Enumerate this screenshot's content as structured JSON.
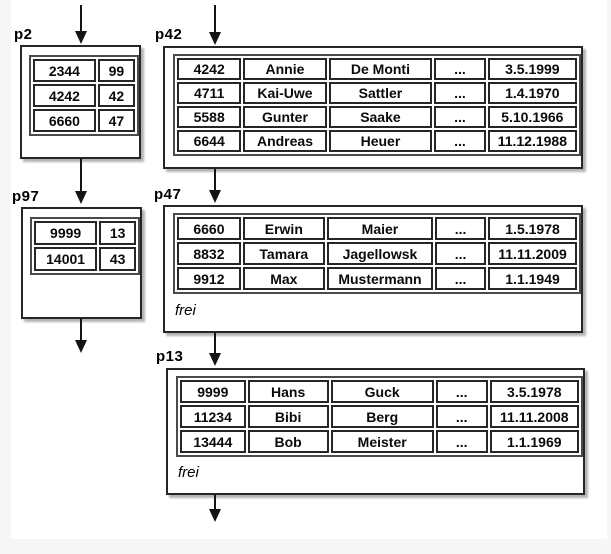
{
  "colors": {
    "line": "#141414",
    "paper": "#ffffff",
    "margin_background": "#f6f6f6"
  },
  "diagram": {
    "pages": [
      {
        "label": "p2",
        "rows": [
          [
            "2344",
            "99"
          ],
          [
            "4242",
            "42"
          ],
          [
            "6660",
            "47"
          ]
        ]
      },
      {
        "label": "p42",
        "rows": [
          [
            "4242",
            "Annie",
            "De Monti",
            "...",
            "3.5.1999"
          ],
          [
            "4711",
            "Kai-Uwe",
            "Sattler",
            "...",
            "1.4.1970"
          ],
          [
            "5588",
            "Gunter",
            "Saake",
            "...",
            "5.10.1966"
          ],
          [
            "6644",
            "Andreas",
            "Heuer",
            "...",
            "11.12.1988"
          ]
        ]
      },
      {
        "label": "p97",
        "rows": [
          [
            "9999",
            "13"
          ],
          [
            "14001",
            "43"
          ]
        ]
      },
      {
        "label": "p47",
        "free_label": "frei",
        "rows": [
          [
            "6660",
            "Erwin",
            "Maier",
            "...",
            "1.5.1978"
          ],
          [
            "8832",
            "Tamara",
            "Jagellowsk",
            "...",
            "11.11.2009"
          ],
          [
            "9912",
            "Max",
            "Mustermann",
            "...",
            "1.1.1949"
          ]
        ]
      },
      {
        "label": "p13",
        "free_label": "frei",
        "rows": [
          [
            "9999",
            "Hans",
            "Guck",
            "...",
            "3.5.1978"
          ],
          [
            "11234",
            "Bibi",
            "Berg",
            "...",
            "11.11.2008"
          ],
          [
            "13444",
            "Bob",
            "Meister",
            "...",
            "1.1.1969"
          ]
        ]
      }
    ]
  }
}
